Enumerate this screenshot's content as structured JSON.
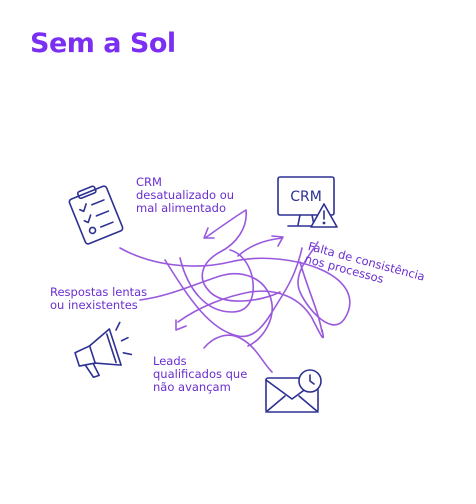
{
  "header": {
    "brand": "Sem a Sol"
  },
  "colors": {
    "brand_purple": "#7b2ff2",
    "line_purple": "#9a59dd",
    "icon_navy": "#2d3192",
    "label_purple": "#6a2fcf"
  },
  "labels": {
    "crm": [
      "CRM",
      "desatualizado ou",
      "mal alimentado"
    ],
    "falta": [
      "Falta de consistência",
      "nos processos"
    ],
    "respostas": [
      "Respostas lentas",
      "ou inexistentes"
    ],
    "leads": [
      "Leads",
      "qualificados que",
      "não avançam"
    ]
  },
  "icons": {
    "clipboard": "clipboard-checklist-icon",
    "monitor": "monitor-crm-warning-icon",
    "monitor_text": "CRM",
    "megaphone": "megaphone-icon",
    "mail": "mail-clock-icon"
  }
}
